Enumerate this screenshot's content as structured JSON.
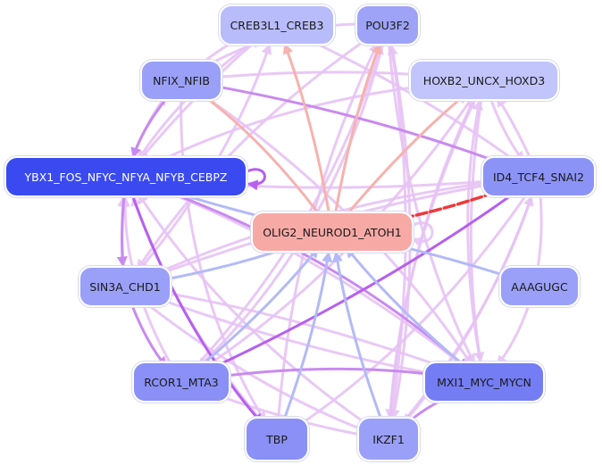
{
  "nodes": {
    "creb3l1": {
      "label": "CREB3L1_CREB3",
      "color": "#b8bcfb"
    },
    "pou3f2": {
      "label": "POU3F2",
      "color": "#9ea3f8"
    },
    "nfix": {
      "label": "NFIX_NFIB",
      "color": "#9aa0f8"
    },
    "hoxb2": {
      "label": "HOXB2_UNCX_HOXD3",
      "color": "#c1c5fb"
    },
    "ybx1": {
      "label": "YBX1_FOS_NFYC_NFYA_NFYB_CEBPZ",
      "color": "#3a4af0"
    },
    "id4": {
      "label": "ID4_TCF4_SNAI2",
      "color": "#8c93f6"
    },
    "olig2": {
      "label": "OLIG2_NEUROD1_ATOH1",
      "color": "#f7a9a6"
    },
    "sin3a": {
      "label": "SIN3A_CHD1",
      "color": "#9aa0f8"
    },
    "aaagugc": {
      "label": "AAAGUGC",
      "color": "#9aa0f8"
    },
    "rcor1": {
      "label": "RCOR1_MTA3",
      "color": "#8a90f6"
    },
    "mxi1": {
      "label": "MXI1_MYC_MYCN",
      "color": "#747df4"
    },
    "tbp": {
      "label": "TBP",
      "color": "#8a90f6"
    },
    "ikzf1": {
      "label": "IKZF1",
      "color": "#9aa0f8"
    }
  },
  "edge_colors": {
    "lavender": "#e7c3f5",
    "violet": "#c98af0",
    "purple": "#b660ee",
    "salmon": "#f6b2ae",
    "periwinkle": "#b3baf6",
    "red": "#ec3a3a"
  }
}
